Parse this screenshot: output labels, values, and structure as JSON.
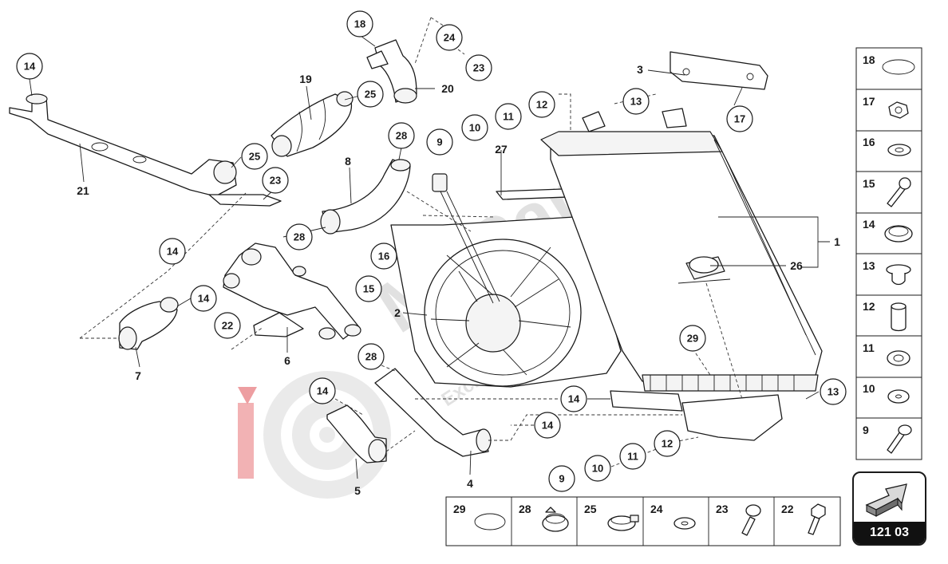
{
  "diagram": {
    "code": "121 03",
    "callouts": [
      {
        "id": "c-14a",
        "n": "14"
      },
      {
        "id": "c-18",
        "n": "18"
      },
      {
        "id": "c-24",
        "n": "24"
      },
      {
        "id": "c-23a",
        "n": "23"
      },
      {
        "id": "c-25a",
        "n": "25"
      },
      {
        "id": "c-28a",
        "n": "28"
      },
      {
        "id": "c-25b",
        "n": "25"
      },
      {
        "id": "c-23b",
        "n": "23"
      },
      {
        "id": "c-9a",
        "n": "9"
      },
      {
        "id": "c-10a",
        "n": "10"
      },
      {
        "id": "c-11a",
        "n": "11"
      },
      {
        "id": "c-12a",
        "n": "12"
      },
      {
        "id": "c-13a",
        "n": "13"
      },
      {
        "id": "c-17",
        "n": "17"
      },
      {
        "id": "c-28b",
        "n": "28"
      },
      {
        "id": "c-14b",
        "n": "14"
      },
      {
        "id": "c-16",
        "n": "16"
      },
      {
        "id": "c-15",
        "n": "15"
      },
      {
        "id": "c-14c",
        "n": "14"
      },
      {
        "id": "c-22",
        "n": "22"
      },
      {
        "id": "c-28c",
        "n": "28"
      },
      {
        "id": "c-14d",
        "n": "14"
      },
      {
        "id": "c-14e",
        "n": "14"
      },
      {
        "id": "c-14f",
        "n": "14"
      },
      {
        "id": "c-29",
        "n": "29"
      },
      {
        "id": "c-13b",
        "n": "13"
      },
      {
        "id": "c-12b",
        "n": "12"
      },
      {
        "id": "c-11b",
        "n": "11"
      },
      {
        "id": "c-10b",
        "n": "10"
      },
      {
        "id": "c-9b",
        "n": "9"
      }
    ],
    "labels": [
      {
        "id": "l-21",
        "n": "21"
      },
      {
        "id": "l-19",
        "n": "19"
      },
      {
        "id": "l-20",
        "n": "20"
      },
      {
        "id": "l-3",
        "n": "3"
      },
      {
        "id": "l-8",
        "n": "8"
      },
      {
        "id": "l-27",
        "n": "27"
      },
      {
        "id": "l-1",
        "n": "1"
      },
      {
        "id": "l-26",
        "n": "26"
      },
      {
        "id": "l-2",
        "n": "2"
      },
      {
        "id": "l-7",
        "n": "7"
      },
      {
        "id": "l-6",
        "n": "6"
      },
      {
        "id": "l-5",
        "n": "5"
      },
      {
        "id": "l-4",
        "n": "4"
      }
    ]
  },
  "legend_right": [
    {
      "n": "18",
      "icon": "o-ring-icon"
    },
    {
      "n": "17",
      "icon": "flange-nut-icon"
    },
    {
      "n": "16",
      "icon": "washer-icon"
    },
    {
      "n": "15",
      "icon": "bolt-icon"
    },
    {
      "n": "14",
      "icon": "hose-clamp-icon"
    },
    {
      "n": "13",
      "icon": "rubber-grommet-icon"
    },
    {
      "n": "12",
      "icon": "sleeve-icon"
    },
    {
      "n": "11",
      "icon": "bushing-icon"
    },
    {
      "n": "10",
      "icon": "flat-washer-icon"
    },
    {
      "n": "9",
      "icon": "shoulder-bolt-icon"
    }
  ],
  "legend_bottom": [
    {
      "n": "29",
      "icon": "seal-ring-icon"
    },
    {
      "n": "28",
      "icon": "spring-clamp-icon"
    },
    {
      "n": "25",
      "icon": "band-clamp-icon"
    },
    {
      "n": "24",
      "icon": "washer-icon"
    },
    {
      "n": "23",
      "icon": "flange-bolt-icon"
    },
    {
      "n": "22",
      "icon": "hex-bolt-icon"
    }
  ],
  "watermark": {
    "brand": "MoParts",
    "tagline": "Exclusive Parts Specialist"
  },
  "colors": {
    "ink": "#1a1a1a",
    "watermark": "#c9c9c9",
    "watermark_logo": "#e05055"
  }
}
